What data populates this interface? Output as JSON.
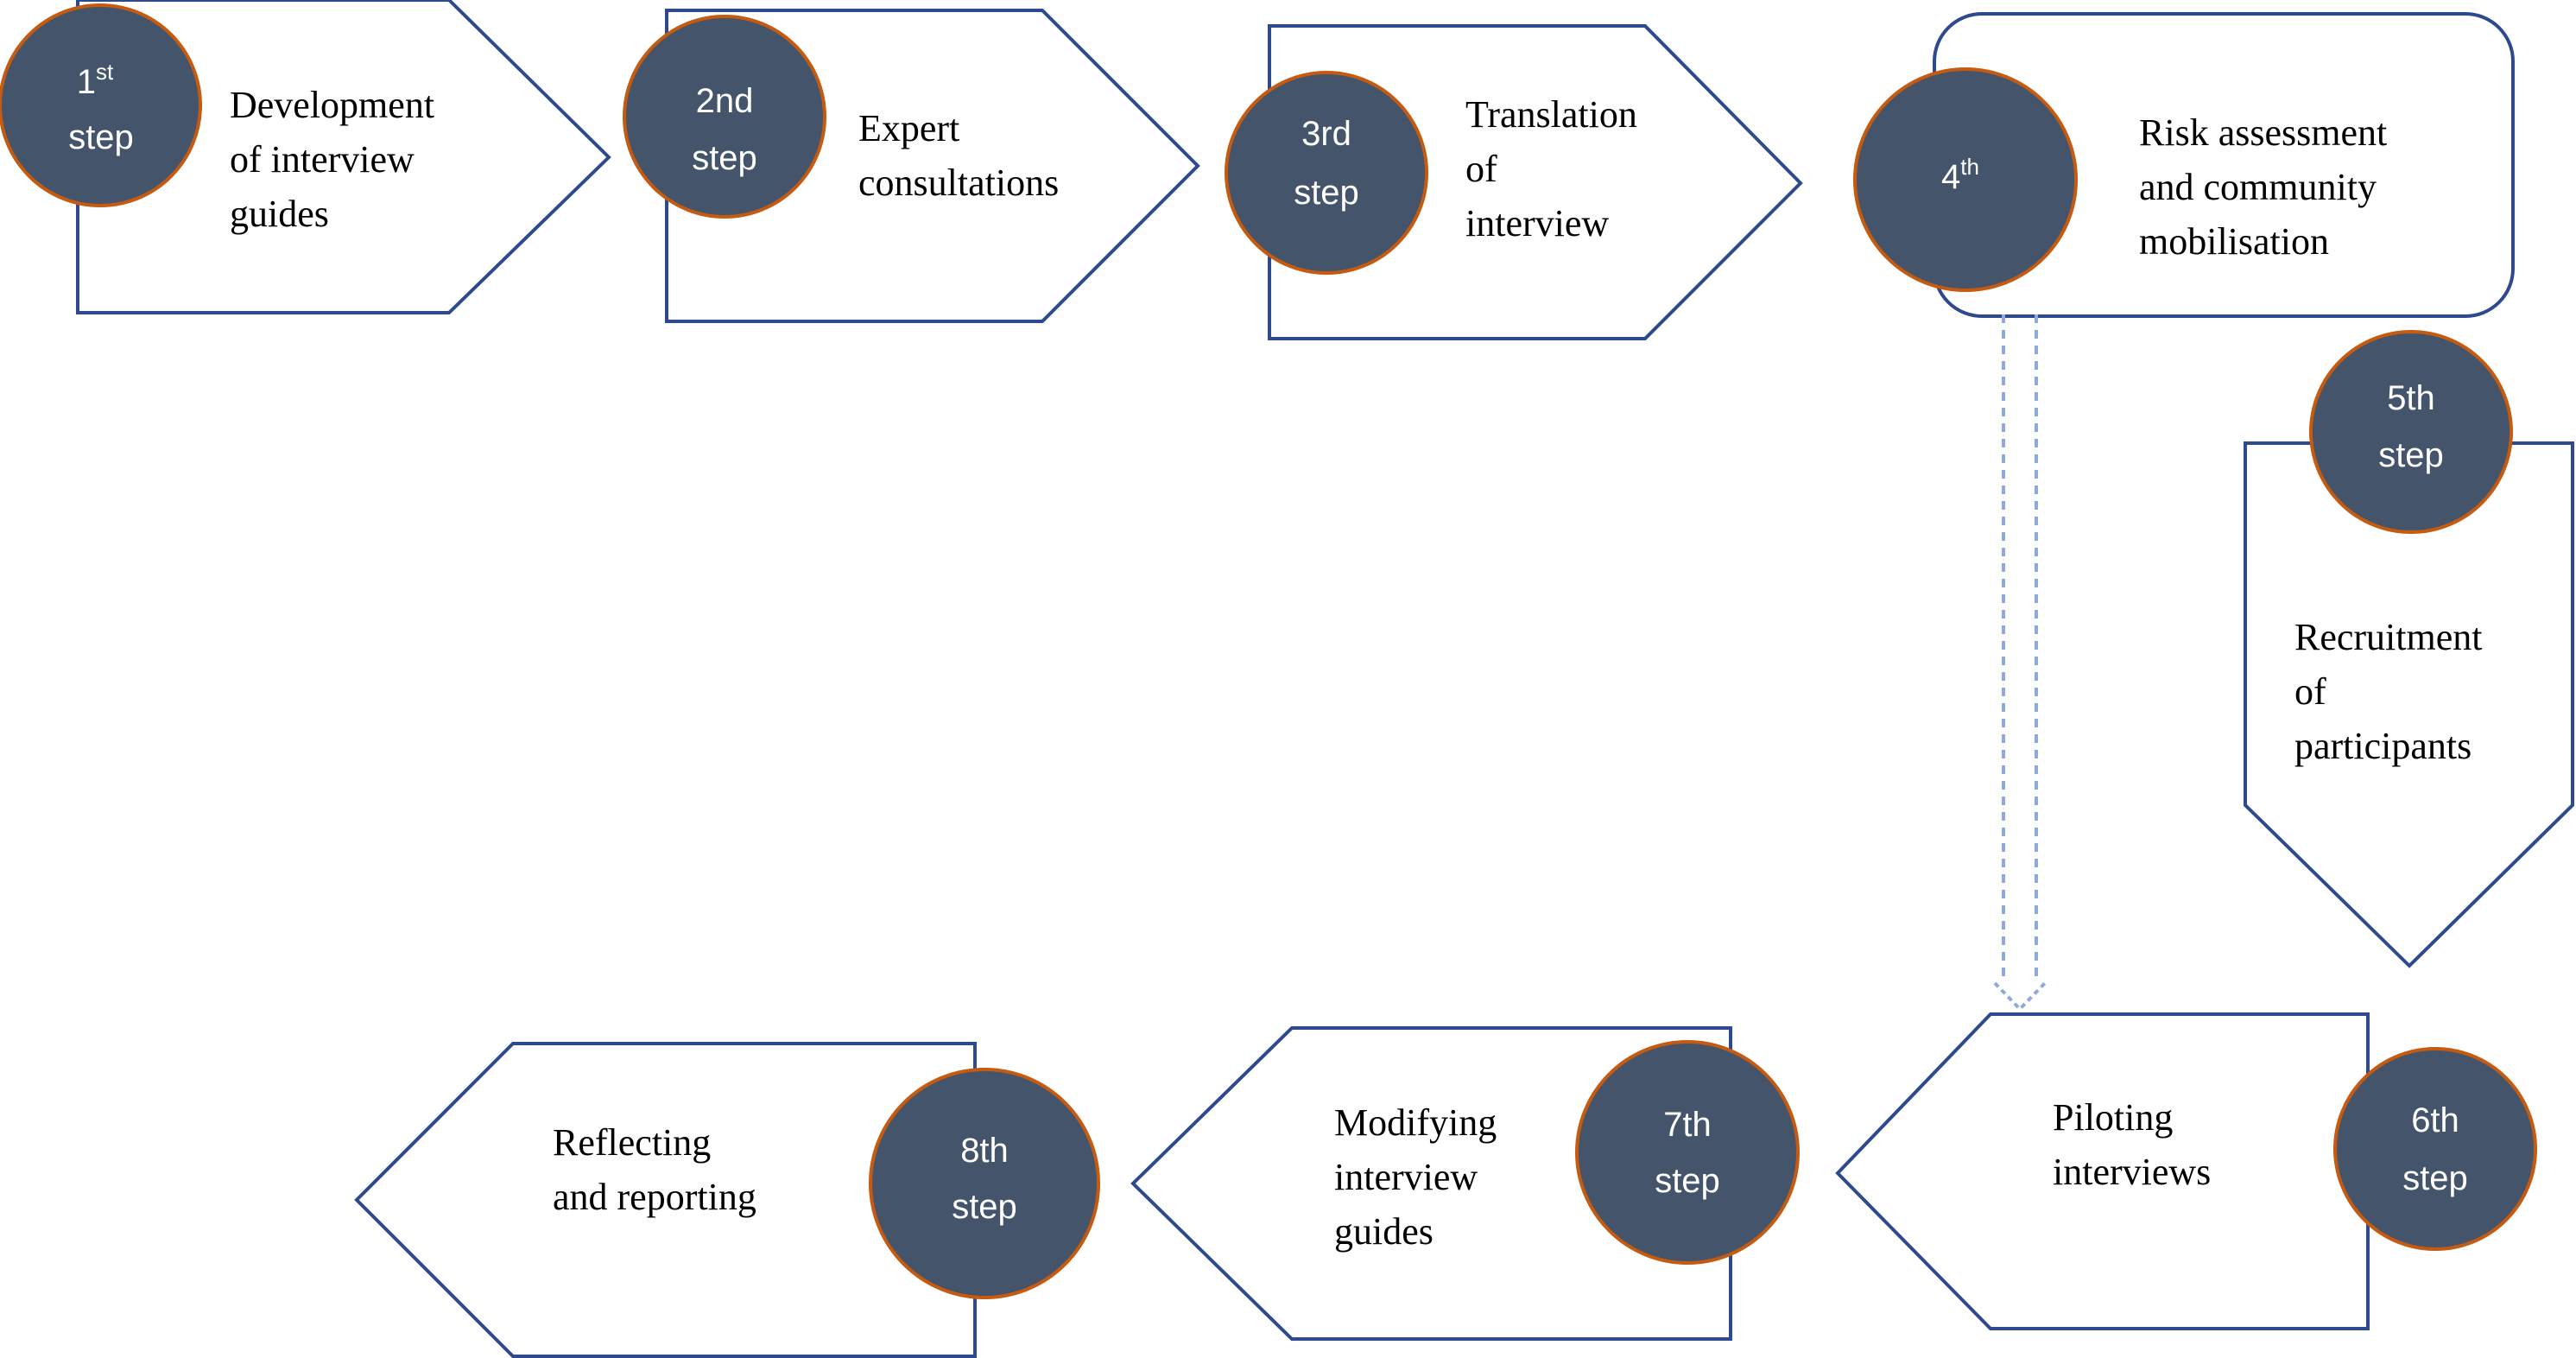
{
  "diagram": {
    "colors": {
      "outline": "#2e4a8e",
      "badge_fill": "#44546a",
      "badge_border": "#c55a11",
      "badge_text": "#ffffff",
      "connector": "#8faadc"
    },
    "steps": [
      {
        "badge_main": "1",
        "badge_sup": "st",
        "badge_line2": "step",
        "label_lines": [
          "Development",
          "of interview",
          "guides"
        ]
      },
      {
        "badge_main": "2nd",
        "badge_sup": "",
        "badge_line2": "step",
        "label_lines": [
          "Expert",
          "consultations"
        ]
      },
      {
        "badge_main": "3rd",
        "badge_sup": "",
        "badge_line2": "step",
        "label_lines": [
          "Translation",
          "of",
          "interview"
        ]
      },
      {
        "badge_main": "4",
        "badge_sup": "th",
        "badge_line2": "",
        "label_lines": [
          "Risk assessment",
          "and community",
          "mobilisation"
        ]
      },
      {
        "badge_main": "5th",
        "badge_sup": "",
        "badge_line2": "step",
        "label_lines": [
          "Recruitment",
          "of",
          "participants"
        ]
      },
      {
        "badge_main": "6th",
        "badge_sup": "",
        "badge_line2": "step",
        "label_lines": [
          "Piloting",
          "interviews"
        ]
      },
      {
        "badge_main": "7th",
        "badge_sup": "",
        "badge_line2": "step",
        "label_lines": [
          "Modifying",
          "interview",
          "guides"
        ]
      },
      {
        "badge_main": "8th",
        "badge_sup": "",
        "badge_line2": "step",
        "label_lines": [
          "Reflecting",
          "and reporting"
        ]
      }
    ]
  }
}
